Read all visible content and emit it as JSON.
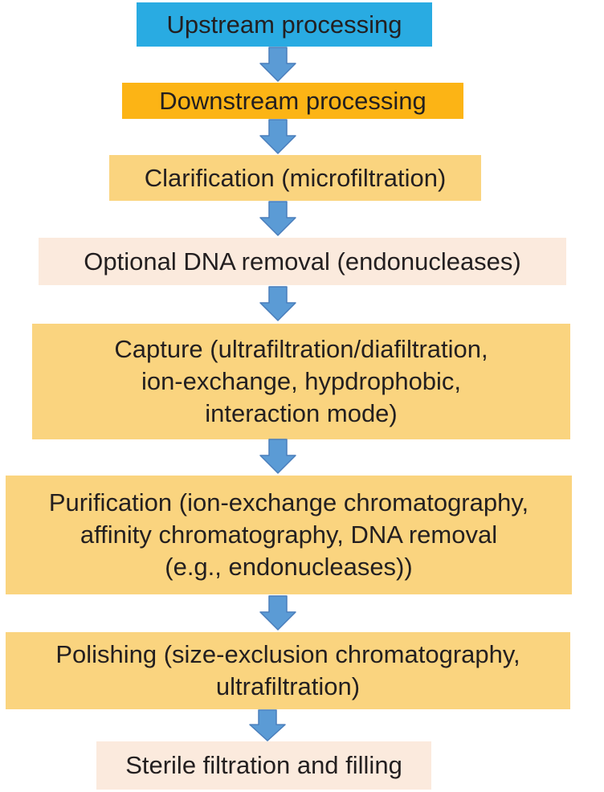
{
  "flowchart": {
    "steps": [
      {
        "id": "upstream-processing",
        "label": "Upstream processing",
        "bg": "#29abe2"
      },
      {
        "id": "downstream-processing",
        "label": "Downstream processing",
        "bg": "#fcb415"
      },
      {
        "id": "clarification",
        "label": "Clarification (microfiltration)",
        "bg": "#fad47f"
      },
      {
        "id": "optional-dna-removal",
        "label": "Optional DNA removal (endonucleases)",
        "bg": "#fbeadd"
      },
      {
        "id": "capture",
        "label": "Capture (ultrafiltration/diafiltration,\nion-exchange, hypdrophobic,\ninteraction mode)",
        "bg": "#fad47f"
      },
      {
        "id": "purification",
        "label": "Purification (ion-exchange chromatography,\naffinity chromatography, DNA removal\n(e.g., endonucleases))",
        "bg": "#fad47f"
      },
      {
        "id": "polishing",
        "label": "Polishing (size-exclusion chromatography,\nultrafiltration)",
        "bg": "#fad47f"
      },
      {
        "id": "sterile-filtration",
        "label": "Sterile filtration and filling",
        "bg": "#fbeadd"
      }
    ],
    "colors": {
      "arrow_fill": "#5b9bd5",
      "arrow_border": "#4a7ebb",
      "text": "#231f20",
      "background": "#ffffff"
    }
  }
}
